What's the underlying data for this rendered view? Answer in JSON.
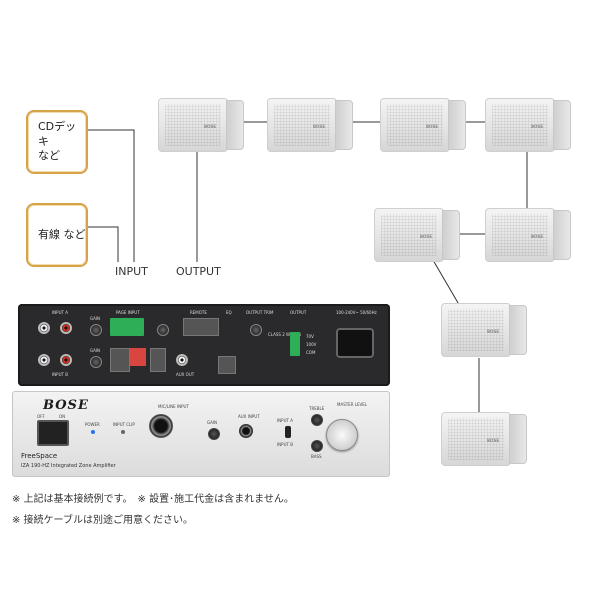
{
  "sources": [
    {
      "label_line1": "CDデッキ",
      "label_line2": "など"
    },
    {
      "label_line1": "有線 など",
      "label_line2": ""
    }
  ],
  "labels": {
    "input": "INPUT",
    "output": "OUTPUT"
  },
  "amp_rear": {
    "input_a": "INPUT A",
    "input_b": "INPUT B",
    "gain": "GAIN",
    "page_input": "PAGE INPUT",
    "remote": "REMOTE",
    "eq": "EQ",
    "output_trim": "OUTPUT TRIM",
    "output": "OUTPUT",
    "aux_out": "AUX OUT",
    "class2": "CLASS 2 WIRING",
    "v70": "70V",
    "v100": "100V",
    "com": "COM",
    "mains": "100-240V~ 50/60Hz"
  },
  "amp_front": {
    "brand": "BOSE",
    "off": "OFF",
    "on": "ON",
    "power": "POWER",
    "input_clip": "INPUT CLIP",
    "mic_line": "MIC/LINE INPUT",
    "gain": "GAIN",
    "aux_input": "AUX INPUT",
    "input_a": "INPUT A",
    "input_b": "INPUT B",
    "treble": "TREBLE",
    "bass": "BASS",
    "master": "MASTER LEVEL",
    "product": "FreeSpace",
    "model": "IZA 190-HZ Integrated Zone Amplifier"
  },
  "notes": [
    "※ 上記は基本接続例です。　※ 設置･施工代金は含まれません。",
    "※ 接続ケーブルは別途ご用意ください。"
  ],
  "colors": {
    "source_border": "#d6a24a",
    "line": "#333333",
    "terminal_green": "#2fae58"
  }
}
